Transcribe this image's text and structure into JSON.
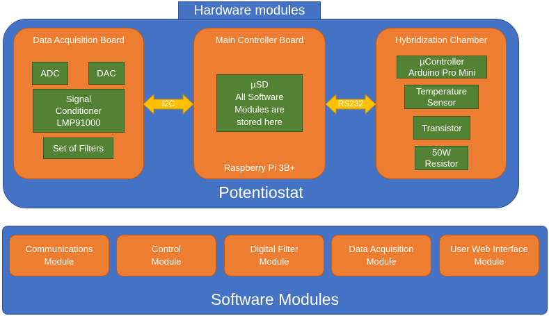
{
  "hardware": {
    "tag": "Hardware modules",
    "panel_label": "Potentiostat",
    "daq_board": {
      "title": "Data Acquisition Board",
      "adc": "ADC",
      "dac": "DAC",
      "signal_conditioner": "Signal\nConditioner\nLMP91000",
      "filters": "Set of Filters"
    },
    "main_board": {
      "title": "Main Controller Board",
      "storage": "µSD\nAll Software\nModules are\nstored here",
      "footer": "Raspberry Pi 3B+"
    },
    "chamber": {
      "title": "Hybridization Chamber",
      "controller": "µController\nArduino Pro Mini",
      "temp_sensor": "Temperature\nSensor",
      "transistor": "Transistor",
      "resistor": "50W\nResistor"
    },
    "link_left": "I2C",
    "link_right": "RS232"
  },
  "software": {
    "panel_label": "Software Modules",
    "modules": [
      "Communications\nModule",
      "Control\nModule",
      "Digital Filter\nModule",
      "Data Acquisition\nModule",
      "User Web Interface\nModule"
    ]
  },
  "colors": {
    "panel_blue": "#4472C4",
    "box_orange": "#ED7D31",
    "component_green": "#548235",
    "arrow_yellow": "#FFC000"
  }
}
